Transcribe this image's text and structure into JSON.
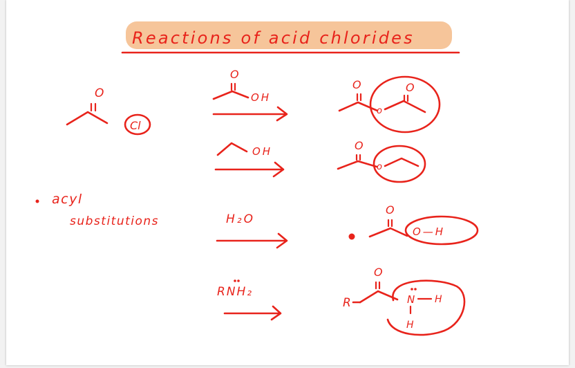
{
  "title": "Reactions of acid chlorides",
  "colors": {
    "ink": "#e8231b",
    "highlight": "#f6c59a",
    "page": "#ffffff",
    "background": "#f2f2f2"
  },
  "side_note": {
    "line1": "acyl",
    "line2": "substitutions"
  },
  "structures": {
    "acid_chloride": {
      "o": "O",
      "cl": "Cl"
    }
  },
  "reactions": [
    {
      "reagent_o": "O",
      "reagent_tail": "OH",
      "product_o1": "O",
      "product_o2": "O"
    },
    {
      "reagent_tail": "OH",
      "product_o1": "O"
    },
    {
      "reagent": "H₂O",
      "product_o1": "O",
      "product_tail": "O—H"
    },
    {
      "reagent": "RNH₂",
      "product_r": "R",
      "product_o1": "O",
      "product_n": "N",
      "product_h_right": "H",
      "product_h_bottom": "H"
    }
  ]
}
